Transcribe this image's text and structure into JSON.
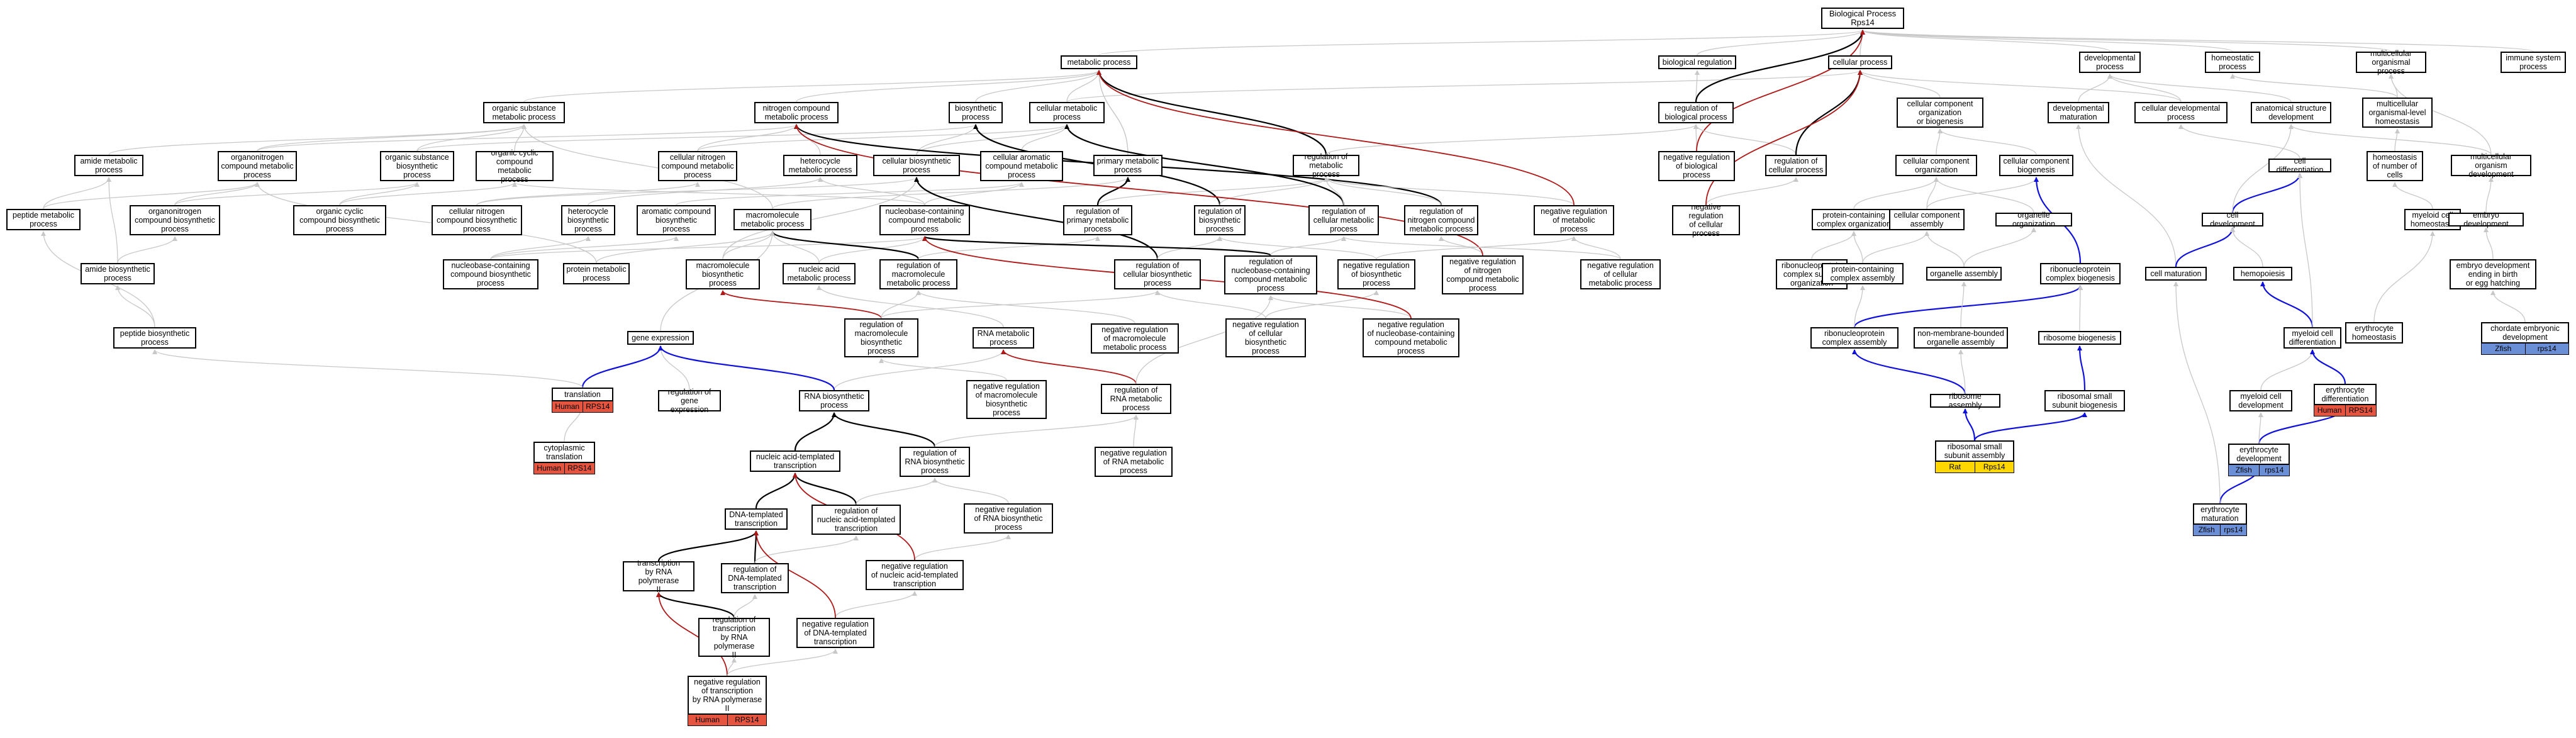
{
  "colors": {
    "edge_gray": "#c8c8c8",
    "edge_black": "#000000",
    "edge_red": "#b01818",
    "edge_blue": "#1010dd",
    "human": "#e5543e",
    "rat": "#ffd700",
    "zfish": "#6b8fd6"
  },
  "nodes": {
    "root": "Biological Process\nRps14",
    "metabolic": "metabolic process",
    "bioreg": "biological regulation",
    "cellproc": "cellular process",
    "devproc": "developmental\nprocess",
    "homeostatic": "homeostatic\nprocess",
    "multiorg": "multicellular\norganismal process",
    "immune": "immune system\nprocess",
    "orgsubst": "organic substance\nmetabolic process",
    "nitrogen": "nitrogen compound\nmetabolic process",
    "biosynth": "biosynthetic\nprocess",
    "cellmet": "cellular metabolic\nprocess",
    "regbio": "regulation of\nbiological process",
    "ccorg": "cellular component\norganization\nor biogenesis",
    "devmat": "developmental\nmaturation",
    "celldevproc": "cellular developmental\nprocess",
    "anatdev": "anatomical structure\ndevelopment",
    "mohomeo": "multicellular\norganismal-level\nhomeostasis",
    "amide": "amide metabolic\nprocess",
    "orgnitro": "organonitrogen\ncompound metabolic\nprocess",
    "orgsubbio": "organic substance\nbiosynthetic\nprocess",
    "orgcyclic": "organic cyclic\ncompound metabolic\nprocess",
    "cellnitro": "cellular nitrogen\ncompound metabolic\nprocess",
    "hetero": "heterocycle\nmetabolic process",
    "cellbiosyn": "cellular biosynthetic\nprocess",
    "cellarom": "cellular aromatic\ncompound metabolic\nprocess",
    "primary": "primary metabolic\nprocess",
    "regmet": "regulation of\nmetabolic process",
    "negregbio": "negative regulation\nof biological\nprocess",
    "regcell": "regulation of\ncellular process",
    "ccorg2": "cellular component\norganization",
    "ccbiogen": "cellular component\nbiogenesis",
    "homeonum": "homeostasis\nof number of\ncells",
    "multidev": "multicellular\norganism development",
    "peptide": "peptide metabolic\nprocess",
    "orgnitrobio": "organonitrogen\ncompound biosynthetic\nprocess",
    "orgcycbio": "organic cyclic\ncompound biosynthetic\nprocess",
    "cellnitrobio": "cellular nitrogen\ncompound biosynthetic\nprocess",
    "heterobio": "heterocycle\nbiosynthetic\nprocess",
    "arombio": "aromatic compound\nbiosynthetic\nprocess",
    "macromol": "macromolecule\nmetabolic process",
    "nucleobase": "nucleobase-containing\ncompound metabolic\nprocess",
    "regprimary": "regulation of\nprimary metabolic\nprocess",
    "regbiosyn": "regulation of\nbiosynthetic\nprocess",
    "regcellmet": "regulation of\ncellular metabolic\nprocess",
    "regnitro": "regulation of\nnitrogen compound\nmetabolic process",
    "negregmet": "negative regulation\nof metabolic\nprocess",
    "negregcell": "negative regulation\nof cellular\nprocess",
    "protcomplex": "protein-containing\ncomplex organization",
    "ccassembly": "cellular component\nassembly",
    "organelle": "organelle organization",
    "celldiff": "cell differentiation",
    "celldev": "cell development",
    "myeloidhomeo": "myeloid cell\nhomeostasis",
    "embryodev": "embryo development",
    "amidebio": "amide biosynthetic\nprocess",
    "nucbiosyn": "nucleobase-containing\ncompound biosynthetic\nprocess",
    "protmet": "protein metabolic\nprocess",
    "macrobio": "macromolecule\nbiosynthetic\nprocess",
    "nucacid": "nucleic acid\nmetabolic process",
    "regmacro": "regulation of\nmacromolecule\nmetabolic process",
    "regcellbio": "regulation of\ncellular biosynthetic\nprocess",
    "regnucleo": "regulation of\nnucleobase-containing\ncompound metabolic\nprocess",
    "negregbiosyn": "negative regulation\nof biosynthetic\nprocess",
    "negregnitro": "negative regulation\nof nitrogen\ncompound metabolic\nprocess",
    "negregcellmet": "negative regulation\nof cellular\nmetabolic process",
    "ribonucorg": "ribonucleoprotein\ncomplex subunit\norganization",
    "protcomplexasm": "protein-containing\ncomplex assembly",
    "organelleasm": "organelle assembly",
    "ribonucbiogen": "ribonucleoprotein\ncomplex biogenesis",
    "cellmat": "cell maturation",
    "hemopoiesis": "hemopoiesis",
    "embryobirth": "embryo development\nending in birth\nor egg hatching",
    "peptidebio": "peptide biosynthetic\nprocess",
    "geneexpr": "gene expression",
    "regmacrobio": "regulation of\nmacromolecule\nbiosynthetic\nprocess",
    "rnamet": "RNA metabolic\nprocess",
    "negregmacro": "negative regulation\nof macromolecule\nmetabolic process",
    "negregcellbio": "negative regulation\nof cellular\nbiosynthetic\nprocess",
    "negregnucleo": "negative regulation\nof nucleobase-containing\ncompound metabolic\nprocess",
    "ribonucasm": "ribonucleoprotein\ncomplex assembly",
    "nonmembrane": "non-membrane-bounded\norganelle assembly",
    "ribobiogen": "ribosome biogenesis",
    "myeloiddiff": "myeloid cell\ndifferentiation",
    "chordate": "chordate embryonic\ndevelopment",
    "translation": "translation",
    "reggeneexpr": "regulation of\ngene expression",
    "rnabiosyn": "RNA biosynthetic\nprocess",
    "negregmacrobio": "negative regulation\nof macromolecule\nbiosynthetic\nprocess",
    "regrnamet": "regulation of\nRNA metabolic\nprocess",
    "riboasm": "ribosome assembly",
    "ribosmallbio": "ribosomal small\nsubunit biogenesis",
    "myeloiddev": "myeloid cell\ndevelopment",
    "erydiff": "erythrocyte\ndifferentiation",
    "cytotrans": "cytoplasmic\ntranslation",
    "nucacidtrans": "nucleic acid-templated\ntranscription",
    "regrnabio": "regulation of\nRNA biosynthetic\nprocess",
    "negregrnamet": "negative regulation\nof RNA metabolic\nprocess",
    "ribosmallasm": "ribosomal small\nsubunit assembly",
    "erydev": "erythrocyte\ndevelopment",
    "dnatrans": "DNA-templated\ntranscription",
    "regnucacidtrans": "regulation of\nnucleic acid-templated\ntranscription",
    "negregrnabio": "negative regulation\nof RNA biosynthetic\nprocess",
    "erymat": "erythrocyte\nmaturation",
    "transpol2": "transcription\nby RNA polymerase\nII",
    "regdnatrans": "regulation of\nDNA-templated\ntranscription",
    "negregnucacid": "negative regulation\nof nucleic acid-templated\ntranscription",
    "regtranspol2": "regulation of\ntranscription\nby RNA polymerase\nII",
    "negregdnatrans": "negative regulation\nof DNA-templated\ntranscription",
    "negregtranspol2": "negative regulation\nof transcription\nby RNA polymerase\nII",
    "eryhomeo": "erythrocyte\nhomeostasis"
  },
  "annotations": {
    "translation": [
      "Human",
      "RPS14"
    ],
    "cytotrans": [
      "Human",
      "RPS14"
    ],
    "negregtranspol2": [
      "Human",
      "RPS14"
    ],
    "ribosmallasm": [
      "Rat",
      "Rps14"
    ],
    "chordate": [
      "Zfish",
      "rps14"
    ],
    "erydiff": [
      "Human",
      "RPS14"
    ],
    "erydev": [
      "Zfish",
      "rps14"
    ],
    "erymat": [
      "Zfish",
      "rps14"
    ]
  },
  "edges": [
    [
      "metabolic",
      "root",
      "g"
    ],
    [
      "bioreg",
      "root",
      "g"
    ],
    [
      "cellproc",
      "root",
      "g"
    ],
    [
      "devproc",
      "root",
      "g"
    ],
    [
      "homeostatic",
      "root",
      "g"
    ],
    [
      "multiorg",
      "root",
      "g"
    ],
    [
      "immune",
      "root",
      "g"
    ],
    [
      "orgsubst",
      "metabolic",
      "g"
    ],
    [
      "nitrogen",
      "metabolic",
      "g"
    ],
    [
      "biosynth",
      "metabolic",
      "g"
    ],
    [
      "cellmet",
      "metabolic",
      "g"
    ],
    [
      "cellmet",
      "cellproc",
      "g"
    ],
    [
      "primary",
      "metabolic",
      "g"
    ],
    [
      "regbio",
      "bioreg",
      "g"
    ],
    [
      "regbio",
      "root",
      "k"
    ],
    [
      "ccorg",
      "cellproc",
      "g"
    ],
    [
      "devmat",
      "devproc",
      "g"
    ],
    [
      "celldevproc",
      "devproc",
      "g"
    ],
    [
      "celldevproc",
      "cellproc",
      "g"
    ],
    [
      "anatdev",
      "devproc",
      "g"
    ],
    [
      "mohomeo",
      "homeostatic",
      "g"
    ],
    [
      "mohomeo",
      "multiorg",
      "g"
    ],
    [
      "amide",
      "orgsubst",
      "g"
    ],
    [
      "orgnitro",
      "nitrogen",
      "g"
    ],
    [
      "orgnitro",
      "orgsubst",
      "g"
    ],
    [
      "orgsubbio",
      "orgsubst",
      "g"
    ],
    [
      "orgsubbio",
      "biosynth",
      "g"
    ],
    [
      "orgcyclic",
      "orgsubst",
      "g"
    ],
    [
      "cellnitro",
      "nitrogen",
      "g"
    ],
    [
      "cellnitro",
      "cellmet",
      "g"
    ],
    [
      "hetero",
      "nitrogen",
      "g"
    ],
    [
      "cellbiosyn",
      "biosynth",
      "g"
    ],
    [
      "cellbiosyn",
      "cellmet",
      "g"
    ],
    [
      "cellarom",
      "cellmet",
      "g"
    ],
    [
      "primary",
      "metabolic",
      "g"
    ],
    [
      "regmet",
      "metabolic",
      "k"
    ],
    [
      "regmet",
      "regbio",
      "g"
    ],
    [
      "negregbio",
      "regbio",
      "g"
    ],
    [
      "negregbio",
      "root",
      "r"
    ],
    [
      "regcell",
      "regbio",
      "g"
    ],
    [
      "regcell",
      "cellproc",
      "k"
    ],
    [
      "ccorg2",
      "ccorg",
      "g"
    ],
    [
      "ccbiogen",
      "ccorg",
      "g"
    ],
    [
      "homeonum",
      "mohomeo",
      "g"
    ],
    [
      "multidev",
      "anatdev",
      "g"
    ],
    [
      "multidev",
      "multiorg",
      "g"
    ],
    [
      "peptide",
      "amide",
      "g"
    ],
    [
      "peptide",
      "orgnitro",
      "g"
    ],
    [
      "orgnitrobio",
      "orgnitro",
      "g"
    ],
    [
      "orgnitrobio",
      "orgsubbio",
      "g"
    ],
    [
      "orgcycbio",
      "orgcyclic",
      "g"
    ],
    [
      "orgcycbio",
      "orgsubbio",
      "g"
    ],
    [
      "cellnitrobio",
      "cellnitro",
      "g"
    ],
    [
      "cellnitrobio",
      "cellbiosyn",
      "g"
    ],
    [
      "heterobio",
      "hetero",
      "g"
    ],
    [
      "arombio",
      "cellarom",
      "g"
    ],
    [
      "macromol",
      "primary",
      "g"
    ],
    [
      "macromol",
      "orgsubst",
      "g"
    ],
    [
      "nucleobase",
      "cellarom",
      "g"
    ],
    [
      "nucleobase",
      "hetero",
      "g"
    ],
    [
      "nucleobase",
      "orgcyclic",
      "g"
    ],
    [
      "regprimary",
      "regmet",
      "g"
    ],
    [
      "regprimary",
      "primary",
      "k"
    ],
    [
      "regbiosyn",
      "biosynth",
      "k"
    ],
    [
      "regbiosyn",
      "regmet",
      "g"
    ],
    [
      "regcellmet",
      "cellmet",
      "k"
    ],
    [
      "regcellmet",
      "regmet",
      "g"
    ],
    [
      "regnitro",
      "nitrogen",
      "k"
    ],
    [
      "regnitro",
      "regmet",
      "g"
    ],
    [
      "negregmet",
      "regmet",
      "g"
    ],
    [
      "negregmet",
      "metabolic",
      "r"
    ],
    [
      "negregcell",
      "regcell",
      "g"
    ],
    [
      "negregcell",
      "cellproc",
      "r"
    ],
    [
      "protcomplex",
      "ccorg2",
      "g"
    ],
    [
      "ccassembly",
      "ccorg2",
      "g"
    ],
    [
      "ccassembly",
      "ccbiogen",
      "g"
    ],
    [
      "organelle",
      "ccorg2",
      "g"
    ],
    [
      "celldiff",
      "celldevproc",
      "g"
    ],
    [
      "celldev",
      "celldiff",
      "b"
    ],
    [
      "celldev",
      "anatdev",
      "g"
    ],
    [
      "myeloidhomeo",
      "homeonum",
      "g"
    ],
    [
      "embryodev",
      "multidev",
      "g"
    ],
    [
      "amidebio",
      "amide",
      "g"
    ],
    [
      "amidebio",
      "orgnitrobio",
      "g"
    ],
    [
      "nucbiosyn",
      "nucleobase",
      "g"
    ],
    [
      "nucbiosyn",
      "heterobio",
      "g"
    ],
    [
      "nucbiosyn",
      "arombio",
      "g"
    ],
    [
      "protmet",
      "macromol",
      "g"
    ],
    [
      "protmet",
      "orgnitro",
      "g"
    ],
    [
      "macrobio",
      "macromol",
      "g"
    ],
    [
      "macrobio",
      "cellbiosyn",
      "g"
    ],
    [
      "nucacid",
      "macromol",
      "g"
    ],
    [
      "nucacid",
      "nucleobase",
      "g"
    ],
    [
      "regmacro",
      "macromol",
      "k"
    ],
    [
      "regmacro",
      "regprimary",
      "g"
    ],
    [
      "regcellbio",
      "cellbiosyn",
      "k"
    ],
    [
      "regcellbio",
      "regbiosyn",
      "g"
    ],
    [
      "regnucleo",
      "nucleobase",
      "k"
    ],
    [
      "regnucleo",
      "regcellmet",
      "g"
    ],
    [
      "negregbiosyn",
      "regbiosyn",
      "g"
    ],
    [
      "negregbiosyn",
      "negregmet",
      "g"
    ],
    [
      "negregnitro",
      "regnitro",
      "g"
    ],
    [
      "negregnitro",
      "nitrogen",
      "r"
    ],
    [
      "negregcellmet",
      "regcellmet",
      "g"
    ],
    [
      "negregcellmet",
      "negregmet",
      "g"
    ],
    [
      "ribonucorg",
      "protcomplex",
      "g"
    ],
    [
      "protcomplexasm",
      "protcomplex",
      "g"
    ],
    [
      "protcomplexasm",
      "ccassembly",
      "g"
    ],
    [
      "organelleasm",
      "organelle",
      "g"
    ],
    [
      "organelleasm",
      "ccassembly",
      "g"
    ],
    [
      "ribonucbiogen",
      "ccbiogen",
      "b"
    ],
    [
      "cellmat",
      "devmat",
      "g"
    ],
    [
      "cellmat",
      "celldev",
      "b"
    ],
    [
      "hemopoiesis",
      "celldev",
      "g"
    ],
    [
      "embryobirth",
      "embryodev",
      "g"
    ],
    [
      "peptidebio",
      "peptide",
      "g"
    ],
    [
      "peptidebio",
      "amidebio",
      "g"
    ],
    [
      "geneexpr",
      "macromol",
      "g"
    ],
    [
      "regmacrobio",
      "macrobio",
      "r"
    ],
    [
      "regmacrobio",
      "regmacro",
      "g"
    ],
    [
      "regmacrobio",
      "regcellbio",
      "g"
    ],
    [
      "rnamet",
      "nucacid",
      "g"
    ],
    [
      "negregmacro",
      "regmacro",
      "g"
    ],
    [
      "negregcellbio",
      "regcellbio",
      "g"
    ],
    [
      "negregcellbio",
      "negregbiosyn",
      "g"
    ],
    [
      "negregnucleo",
      "regnucleo",
      "g"
    ],
    [
      "negregnucleo",
      "nucleobase",
      "r"
    ],
    [
      "ribonucasm",
      "ribonucbiogen",
      "b"
    ],
    [
      "ribonucasm",
      "protcomplexasm",
      "g"
    ],
    [
      "nonmembrane",
      "organelleasm",
      "g"
    ],
    [
      "ribobiogen",
      "ribonucbiogen",
      "g"
    ],
    [
      "myeloiddiff",
      "hemopoiesis",
      "b"
    ],
    [
      "myeloiddiff",
      "celldiff",
      "g"
    ],
    [
      "chordate",
      "embryobirth",
      "g"
    ],
    [
      "translation",
      "geneexpr",
      "b"
    ],
    [
      "translation",
      "peptidebio",
      "g"
    ],
    [
      "reggeneexpr",
      "geneexpr",
      "g"
    ],
    [
      "rnabiosyn",
      "rnamet",
      "g"
    ],
    [
      "rnabiosyn",
      "geneexpr",
      "b"
    ],
    [
      "negregmacrobio",
      "regmacrobio",
      "g"
    ],
    [
      "regrnamet",
      "rnamet",
      "r"
    ],
    [
      "regrnamet",
      "regnucleo",
      "g"
    ],
    [
      "riboasm",
      "ribonucasm",
      "b"
    ],
    [
      "riboasm",
      "nonmembrane",
      "g"
    ],
    [
      "ribosmallbio",
      "ribobiogen",
      "b"
    ],
    [
      "myeloiddev",
      "myeloiddiff",
      "g"
    ],
    [
      "erydiff",
      "myeloiddiff",
      "b"
    ],
    [
      "cytotrans",
      "translation",
      "g"
    ],
    [
      "nucacidtrans",
      "rnabiosyn",
      "k"
    ],
    [
      "regrnabio",
      "rnabiosyn",
      "k"
    ],
    [
      "regrnabio",
      "regrnamet",
      "g"
    ],
    [
      "negregrnamet",
      "regrnamet",
      "g"
    ],
    [
      "ribosmallasm",
      "riboasm",
      "b"
    ],
    [
      "ribosmallasm",
      "ribosmallbio",
      "b"
    ],
    [
      "erydev",
      "erydiff",
      "b"
    ],
    [
      "erydev",
      "myeloiddev",
      "g"
    ],
    [
      "dnatrans",
      "nucacidtrans",
      "k"
    ],
    [
      "regnucacidtrans",
      "nucacidtrans",
      "k"
    ],
    [
      "regnucacidtrans",
      "regrnabio",
      "g"
    ],
    [
      "negregrnabio",
      "regrnabio",
      "g"
    ],
    [
      "erymat",
      "erydev",
      "b"
    ],
    [
      "erymat",
      "cellmat",
      "g"
    ],
    [
      "transpol2",
      "dnatrans",
      "k"
    ],
    [
      "regdnatrans",
      "dnatrans",
      "k"
    ],
    [
      "regdnatrans",
      "regnucacidtrans",
      "g"
    ],
    [
      "negregnucacid",
      "negregrnabio",
      "g"
    ],
    [
      "negregnucacid",
      "nucacidtrans",
      "r"
    ],
    [
      "regtranspol2",
      "transpol2",
      "k"
    ],
    [
      "regtranspol2",
      "regdnatrans",
      "g"
    ],
    [
      "negregdnatrans",
      "negregnucacid",
      "g"
    ],
    [
      "negregtranspol2",
      "regtranspol2",
      "g"
    ],
    [
      "negregtranspol2",
      "transpol2",
      "r"
    ],
    [
      "negregtranspol2",
      "negregdnatrans",
      "g"
    ],
    [
      "eryhomeo",
      "myeloidhomeo",
      "g"
    ],
    [
      "negregdnatrans",
      "dnatrans",
      "r"
    ]
  ]
}
